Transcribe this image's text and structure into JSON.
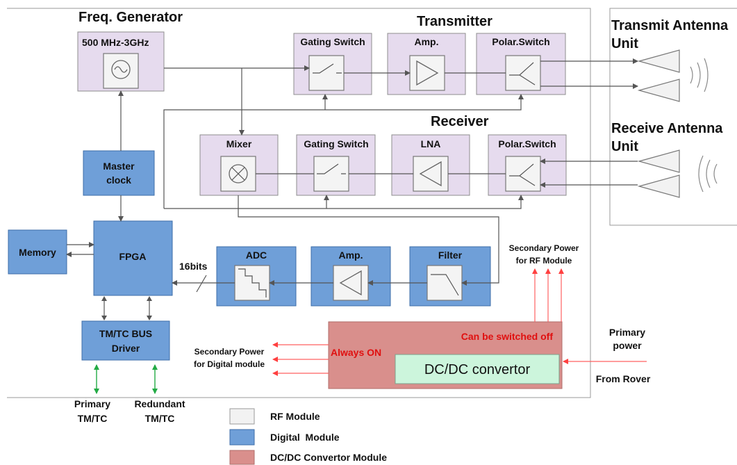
{
  "sections": {
    "freq_generator": "Freq. Generator",
    "transmitter": "Transmitter",
    "receiver": "Receiver",
    "transmit_antenna_1": "Transmit Antenna",
    "transmit_antenna_2": "Unit",
    "receive_antenna_1": "Receive Antenna",
    "receive_antenna_2": "Unit"
  },
  "blocks": {
    "freq_range": "500 MHz-3GHz",
    "tx_gating_switch": "Gating Switch",
    "tx_amp": "Amp.",
    "tx_polar_switch": "Polar.Switch",
    "rx_mixer": "Mixer",
    "rx_gating_switch": "Gating Switch",
    "rx_lna": "LNA",
    "rx_polar_switch": "Polar.Switch",
    "master_clock_1": "Master",
    "master_clock_2": "clock",
    "memory": "Memory",
    "fpga": "FPGA",
    "adc": "ADC",
    "if_amp": "Amp.",
    "filter": "Filter",
    "bus_driver_1": "TM/TC BUS",
    "bus_driver_2": "Driver",
    "dcdc_convertor": "DC/DC convertor"
  },
  "labels": {
    "bits": "16bits",
    "secondary_rf_1": "Secondary Power",
    "secondary_rf_2": "for RF Module",
    "can_switch_off": "Can be switched off",
    "always_on": "Always ON",
    "secondary_digital_1": "Secondary Power",
    "secondary_digital_2": "for Digital module",
    "primary_power_1": "Primary",
    "primary_power_2": "power",
    "from_rover": "From Rover",
    "primary_tmtc_1": "Primary",
    "primary_tmtc_2": "TM/TC",
    "redundant_tmtc_1": "Redundant",
    "redundant_tmtc_2": "TM/TC"
  },
  "legend": [
    {
      "label": "RF Module",
      "color": "#f2f2f2"
    },
    {
      "label": "Digital  Module",
      "color": "#6f9fd8"
    },
    {
      "label": "DC/DC Convertor Module",
      "color": "#d98f8c"
    }
  ],
  "colors": {
    "rf_module": "#e6dbee",
    "digital_module": "#6f9fd8",
    "dcdc_module": "#d98f8c",
    "dcdc_inner": "#ccf5dc",
    "power_arrow": "#ff4040",
    "bus_arrow": "#22aa44"
  }
}
